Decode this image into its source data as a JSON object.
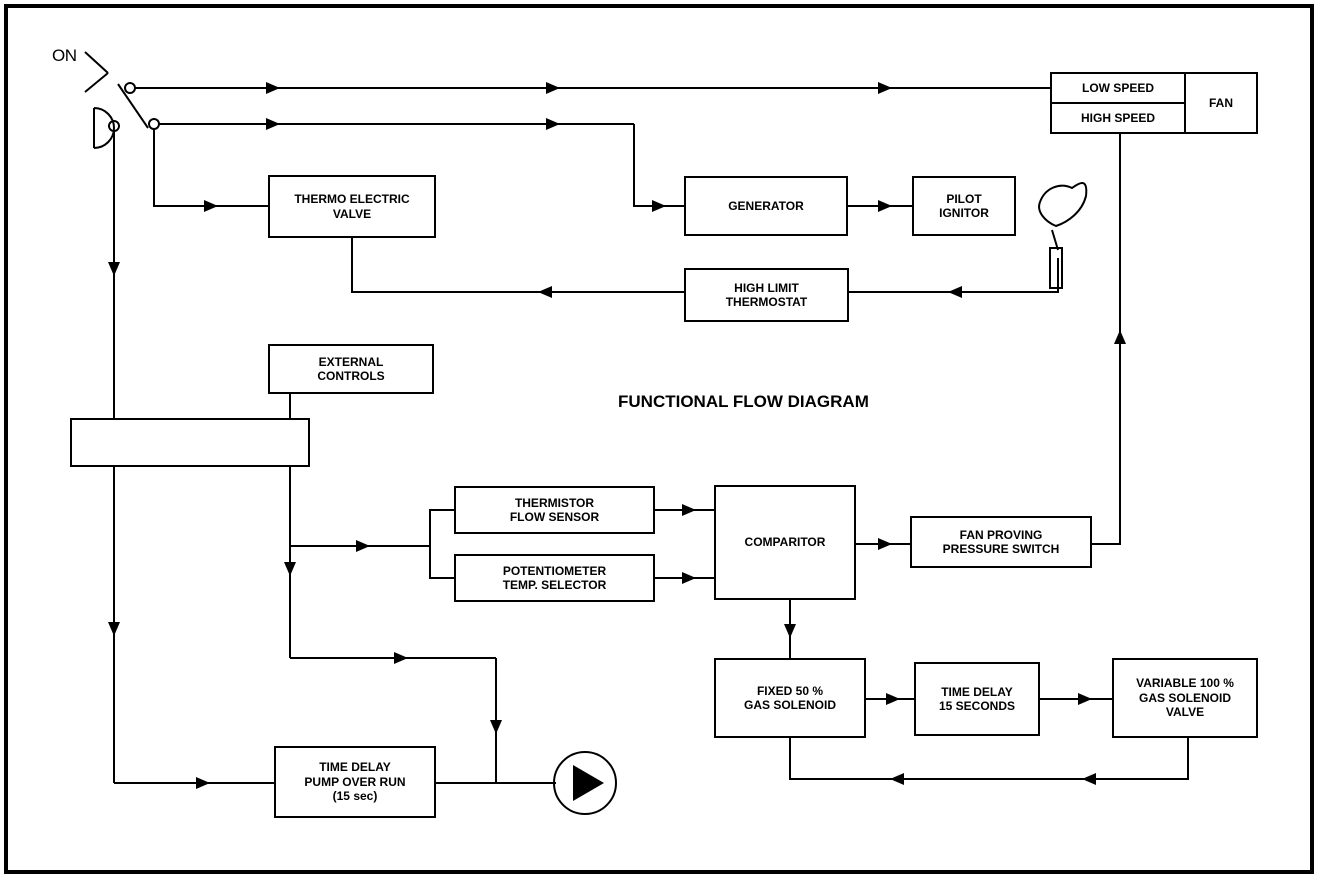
{
  "title": "FUNCTIONAL FLOW DIAGRAM",
  "switch_label": "ON",
  "blocks": {
    "low_speed": "LOW SPEED",
    "high_speed": "HIGH SPEED",
    "fan": "FAN",
    "thermo_electric_valve": "THERMO ELECTRIC\nVALVE",
    "generator": "GENERATOR",
    "pilot_ignitor": "PILOT\nIGNITOR",
    "high_limit_thermostat": "HIGH LIMIT\nTHERMOSTAT",
    "external_controls": "EXTERNAL\nCONTROLS",
    "thermistor_flow_sensor": "THERMISTOR\nFLOW SENSOR",
    "potentiometer_temp_selector": "POTENTIOMETER\nTEMP. SELECTOR",
    "comparitor": "COMPARITOR",
    "fan_proving_pressure_switch": "FAN PROVING\nPRESSURE SWITCH",
    "fixed_gas_solenoid": "FIXED 50 %\nGAS SOLENOID",
    "time_delay_15_seconds": "TIME DELAY\n15 SECONDS",
    "variable_gas_solenoid_valve": "VARIABLE 100 %\nGAS SOLENOID\nVALVE",
    "time_delay_pump_over_run": "TIME DELAY\nPUMP OVER RUN\n(15 sec)"
  }
}
